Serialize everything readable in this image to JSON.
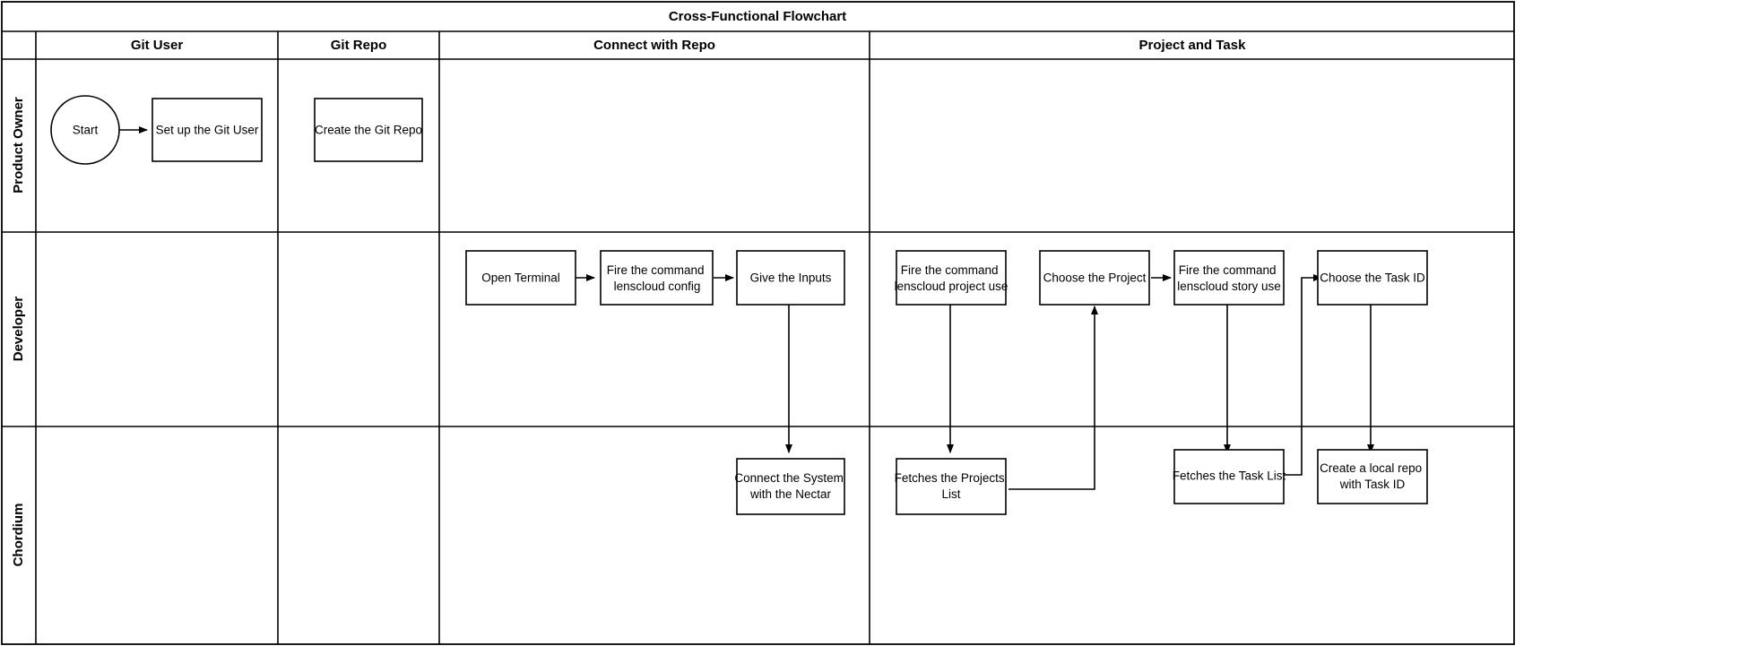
{
  "diagram": {
    "title": "Cross-Functional Flowchart",
    "type": "cross-functional-flowchart",
    "background_color": "#ffffff",
    "line_color": "#000000",
    "node_fill_color": "#ffffff"
  },
  "columns": [
    {
      "id": "col-lane-label",
      "label": ""
    },
    {
      "id": "col-git-user",
      "label": "Git User"
    },
    {
      "id": "col-git-repo",
      "label": "Git Repo"
    },
    {
      "id": "col-connect-with-repo",
      "label": "Connect with Repo"
    },
    {
      "id": "col-project-and-task",
      "label": "Project and Task"
    }
  ],
  "rows": [
    {
      "id": "row-product-owner",
      "label": "Product Owner"
    },
    {
      "id": "row-developer",
      "label": "Developer"
    },
    {
      "id": "row-chordium",
      "label": "Chordium"
    }
  ],
  "nodes": [
    {
      "id": "start",
      "label": "Start",
      "shape": "ellipse",
      "row": "Product Owner",
      "column": "Git User"
    },
    {
      "id": "set-up-git-user",
      "label": "Set up the Git User",
      "shape": "rect",
      "row": "Product Owner",
      "column": "Git User"
    },
    {
      "id": "create-git-repo",
      "label": "Create the Git Repo",
      "shape": "rect",
      "row": "Product Owner",
      "column": "Git Repo"
    },
    {
      "id": "open-terminal",
      "label": "Open Terminal",
      "shape": "rect",
      "row": "Developer",
      "column": "Connect with Repo"
    },
    {
      "id": "fire-lenscloud-config",
      "label": "Fire the command lenscloud config",
      "shape": "rect",
      "row": "Developer",
      "column": "Connect with Repo"
    },
    {
      "id": "give-the-inputs",
      "label": "Give the Inputs",
      "shape": "rect",
      "row": "Developer",
      "column": "Connect with Repo"
    },
    {
      "id": "connect-system-nectar",
      "label": "Connect the System with the Nectar",
      "shape": "rect",
      "row": "Chordium",
      "column": "Connect with Repo"
    },
    {
      "id": "fire-lenscloud-project-use",
      "label": "Fire the command lenscloud project use",
      "shape": "rect",
      "row": "Developer",
      "column": "Project and Task"
    },
    {
      "id": "choose-the-project",
      "label": "Choose the Project",
      "shape": "rect",
      "row": "Developer",
      "column": "Project and Task"
    },
    {
      "id": "fire-lenscloud-story-use",
      "label": "Fire the command lenscloud story use",
      "shape": "rect",
      "row": "Developer",
      "column": "Project and Task"
    },
    {
      "id": "choose-the-task-id",
      "label": "Choose the Task ID",
      "shape": "rect",
      "row": "Developer",
      "column": "Project and Task"
    },
    {
      "id": "fetches-projects-list",
      "label": "Fetches the Projects List",
      "shape": "rect",
      "row": "Chordium",
      "column": "Project and Task"
    },
    {
      "id": "fetches-task-list",
      "label": "Fetches the Task List",
      "shape": "rect",
      "row": "Chordium",
      "column": "Project and Task"
    },
    {
      "id": "create-local-repo-task-id",
      "label": "Create a local repo with Task ID",
      "shape": "rect",
      "row": "Chordium",
      "column": "Project and Task"
    }
  ],
  "edges": [
    {
      "from": "start",
      "to": "set-up-git-user",
      "label": ""
    },
    {
      "from": "open-terminal",
      "to": "fire-lenscloud-config",
      "label": ""
    },
    {
      "from": "fire-lenscloud-config",
      "to": "give-the-inputs",
      "label": ""
    },
    {
      "from": "give-the-inputs",
      "to": "connect-system-nectar",
      "label": ""
    },
    {
      "from": "fire-lenscloud-project-use",
      "to": "fetches-projects-list",
      "label": ""
    },
    {
      "from": "fetches-projects-list",
      "to": "choose-the-project",
      "label": ""
    },
    {
      "from": "choose-the-project",
      "to": "fire-lenscloud-story-use",
      "label": ""
    },
    {
      "from": "fire-lenscloud-story-use",
      "to": "fetches-task-list",
      "label": ""
    },
    {
      "from": "fetches-task-list",
      "to": "choose-the-task-id",
      "label": ""
    },
    {
      "from": "choose-the-task-id",
      "to": "create-local-repo-task-id",
      "label": ""
    }
  ]
}
